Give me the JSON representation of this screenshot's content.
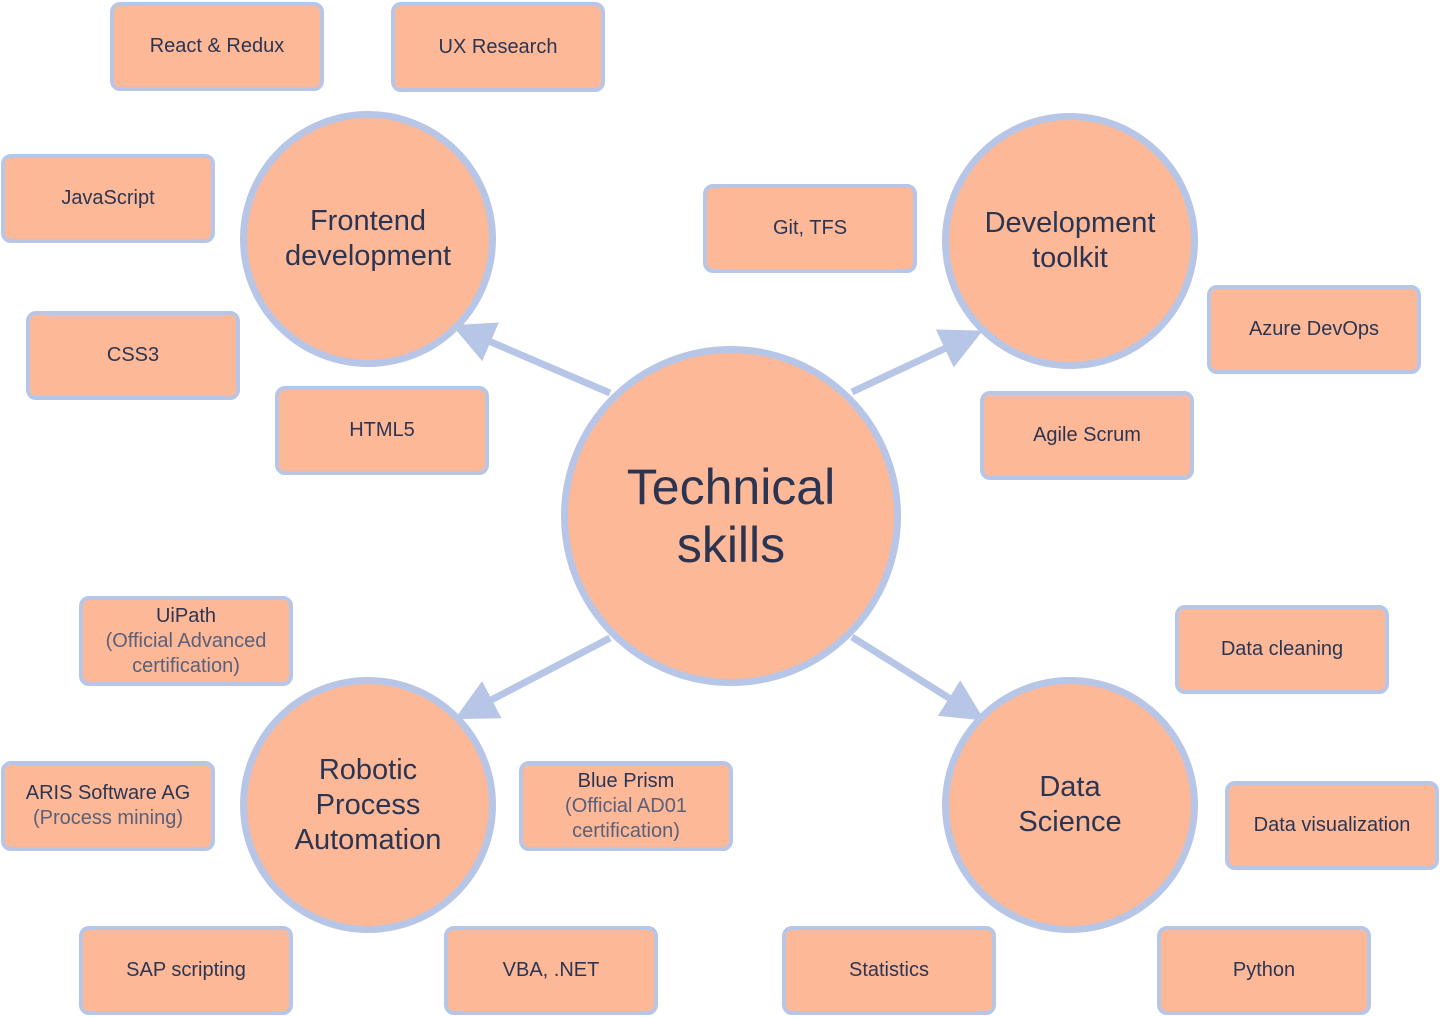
{
  "colors": {
    "node_fill": "#fdb898",
    "node_border": "#b7c6e6",
    "arrow": "#b7c6e6",
    "text": "#2b3552",
    "subtext": "#58607a"
  },
  "center": {
    "label": "Technical\nskills"
  },
  "categories": {
    "frontend": {
      "label": "Frontend\ndevelopment",
      "skills": {
        "react": {
          "main": "React & Redux"
        },
        "ux": {
          "main": "UX Research"
        },
        "js": {
          "main": "JavaScript"
        },
        "css": {
          "main": "CSS3"
        },
        "html": {
          "main": "HTML5"
        }
      }
    },
    "devtools": {
      "label": "Development\ntoolkit",
      "skills": {
        "git": {
          "main": "Git, TFS"
        },
        "azure": {
          "main": "Azure DevOps"
        },
        "agile": {
          "main": "Agile Scrum"
        }
      }
    },
    "rpa": {
      "label": "Robotic\nProcess\nAutomation",
      "skills": {
        "uipath": {
          "main": "UiPath",
          "sub": "(Official Advanced\ncertification)"
        },
        "aris": {
          "main": "ARIS Software AG",
          "sub": "(Process mining)"
        },
        "blueprism": {
          "main": "Blue Prism",
          "sub": "(Official AD01\ncertification)"
        },
        "sap": {
          "main": "SAP scripting"
        },
        "vba": {
          "main": "VBA, .NET"
        }
      }
    },
    "datascience": {
      "label": "Data\nScience",
      "skills": {
        "cleaning": {
          "main": "Data cleaning"
        },
        "visualization": {
          "main": "Data visualization"
        },
        "statistics": {
          "main": "Statistics"
        },
        "python": {
          "main": "Python"
        }
      }
    }
  }
}
